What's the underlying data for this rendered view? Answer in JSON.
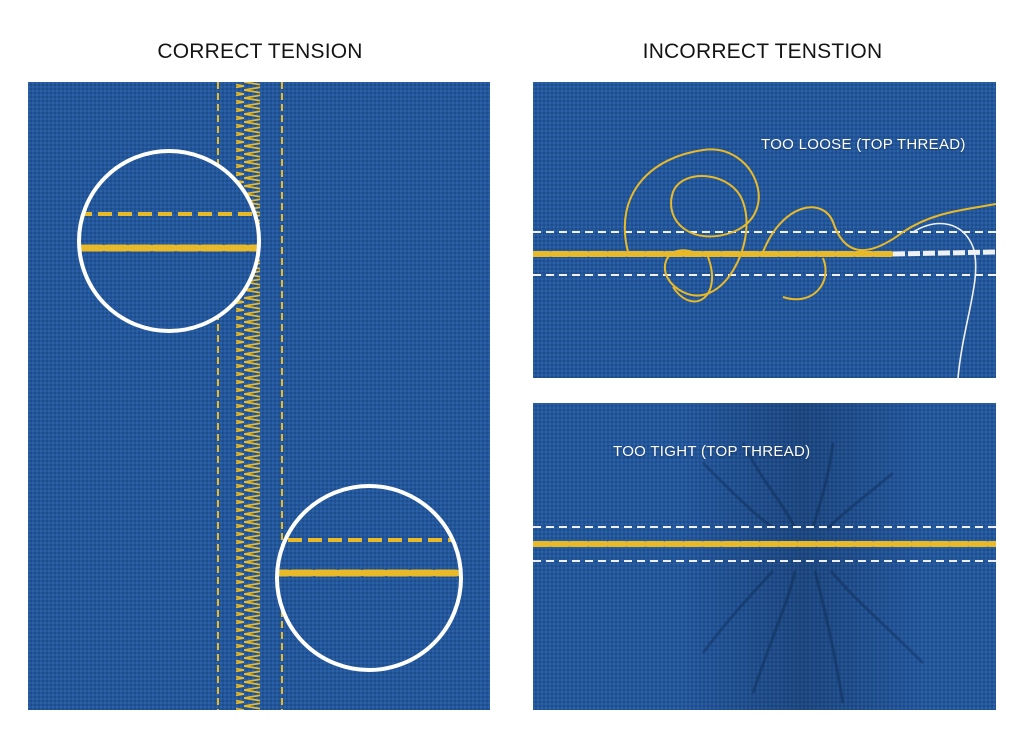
{
  "headings": {
    "left": "CORRECT TENSION",
    "right": "INCORRECT TENSTION"
  },
  "labels": {
    "too_loose": "TOO LOOSE (TOP THREAD)",
    "too_tight": "TOO TIGHT (TOP THREAD)"
  },
  "colors": {
    "fabric": "#24569a",
    "thread_yellow": "#e8b928",
    "thread_white": "#eef0f2",
    "text": "#141414",
    "background": "#ffffff"
  }
}
